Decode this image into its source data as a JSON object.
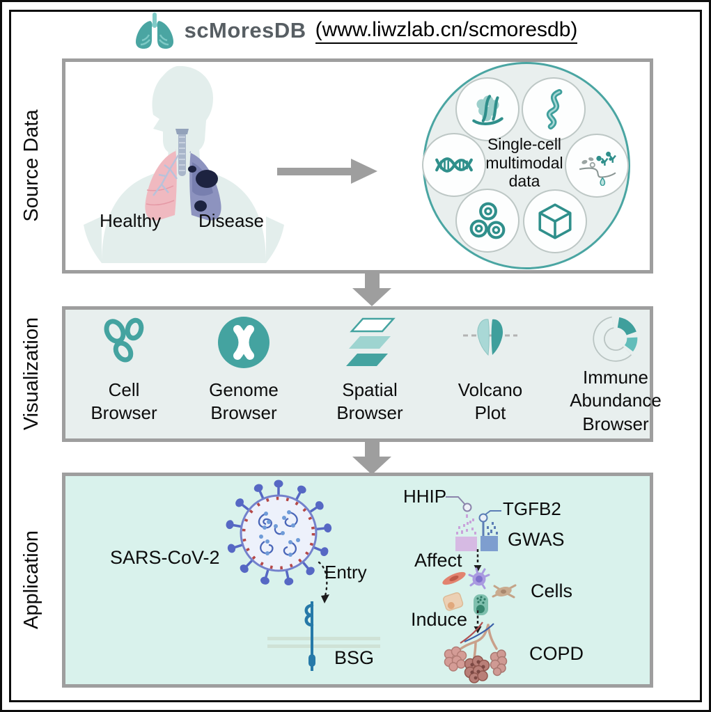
{
  "header": {
    "title": "scMoresDB",
    "url": "(www.liwzlab.cn/scmoresdb)",
    "logo_icon": "lungs-icon"
  },
  "source_data": {
    "label": "Source Data",
    "healthy": "Healthy",
    "disease": "Disease",
    "multimodal_text": "Single-cell\nmultimodal\ndata",
    "modality_icons": [
      "protein-icon",
      "rna-ribbon-icon",
      "dna-icon",
      "surface-protein-icon",
      "cells-trio-icon",
      "cube-icon"
    ]
  },
  "visualization": {
    "label": "Visualization",
    "items": [
      {
        "label": "Cell\nBrowser",
        "icon": "cell-browser-icon"
      },
      {
        "label": "Genome\nBrowser",
        "icon": "genome-browser-icon"
      },
      {
        "label": "Spatial\nBrowser",
        "icon": "spatial-browser-icon"
      },
      {
        "label": "Volcano\nPlot",
        "icon": "volcano-plot-icon"
      },
      {
        "label": "Immune\nAbundance\nBrowser",
        "icon": "immune-abundance-icon"
      }
    ]
  },
  "application": {
    "label": "Application",
    "sars": "SARS-CoV-2",
    "entry": "Entry",
    "bsg": "BSG",
    "hhip": "HHIP",
    "tgfb2": "TGFB2",
    "gwas": "GWAS",
    "affect": "Affect",
    "cells": "Cells",
    "induce": "Induce",
    "copd": "COPD"
  },
  "colors": {
    "accent_teal": "#3f9f9c",
    "light_teal": "#a9d8d6",
    "box_border_gray": "#9e9e9e",
    "viz_bg": "#e8efee",
    "app_bg": "#d9f2ec",
    "healthy_lung_pink": "#f0b9c0",
    "disease_lung_purple": "#8d93bf",
    "virus_blue": "#5668c4",
    "receptor_blue": "#2679a8",
    "hhip_purple": "#d5b9e2",
    "tgfb2_blue": "#7e9ecf"
  }
}
